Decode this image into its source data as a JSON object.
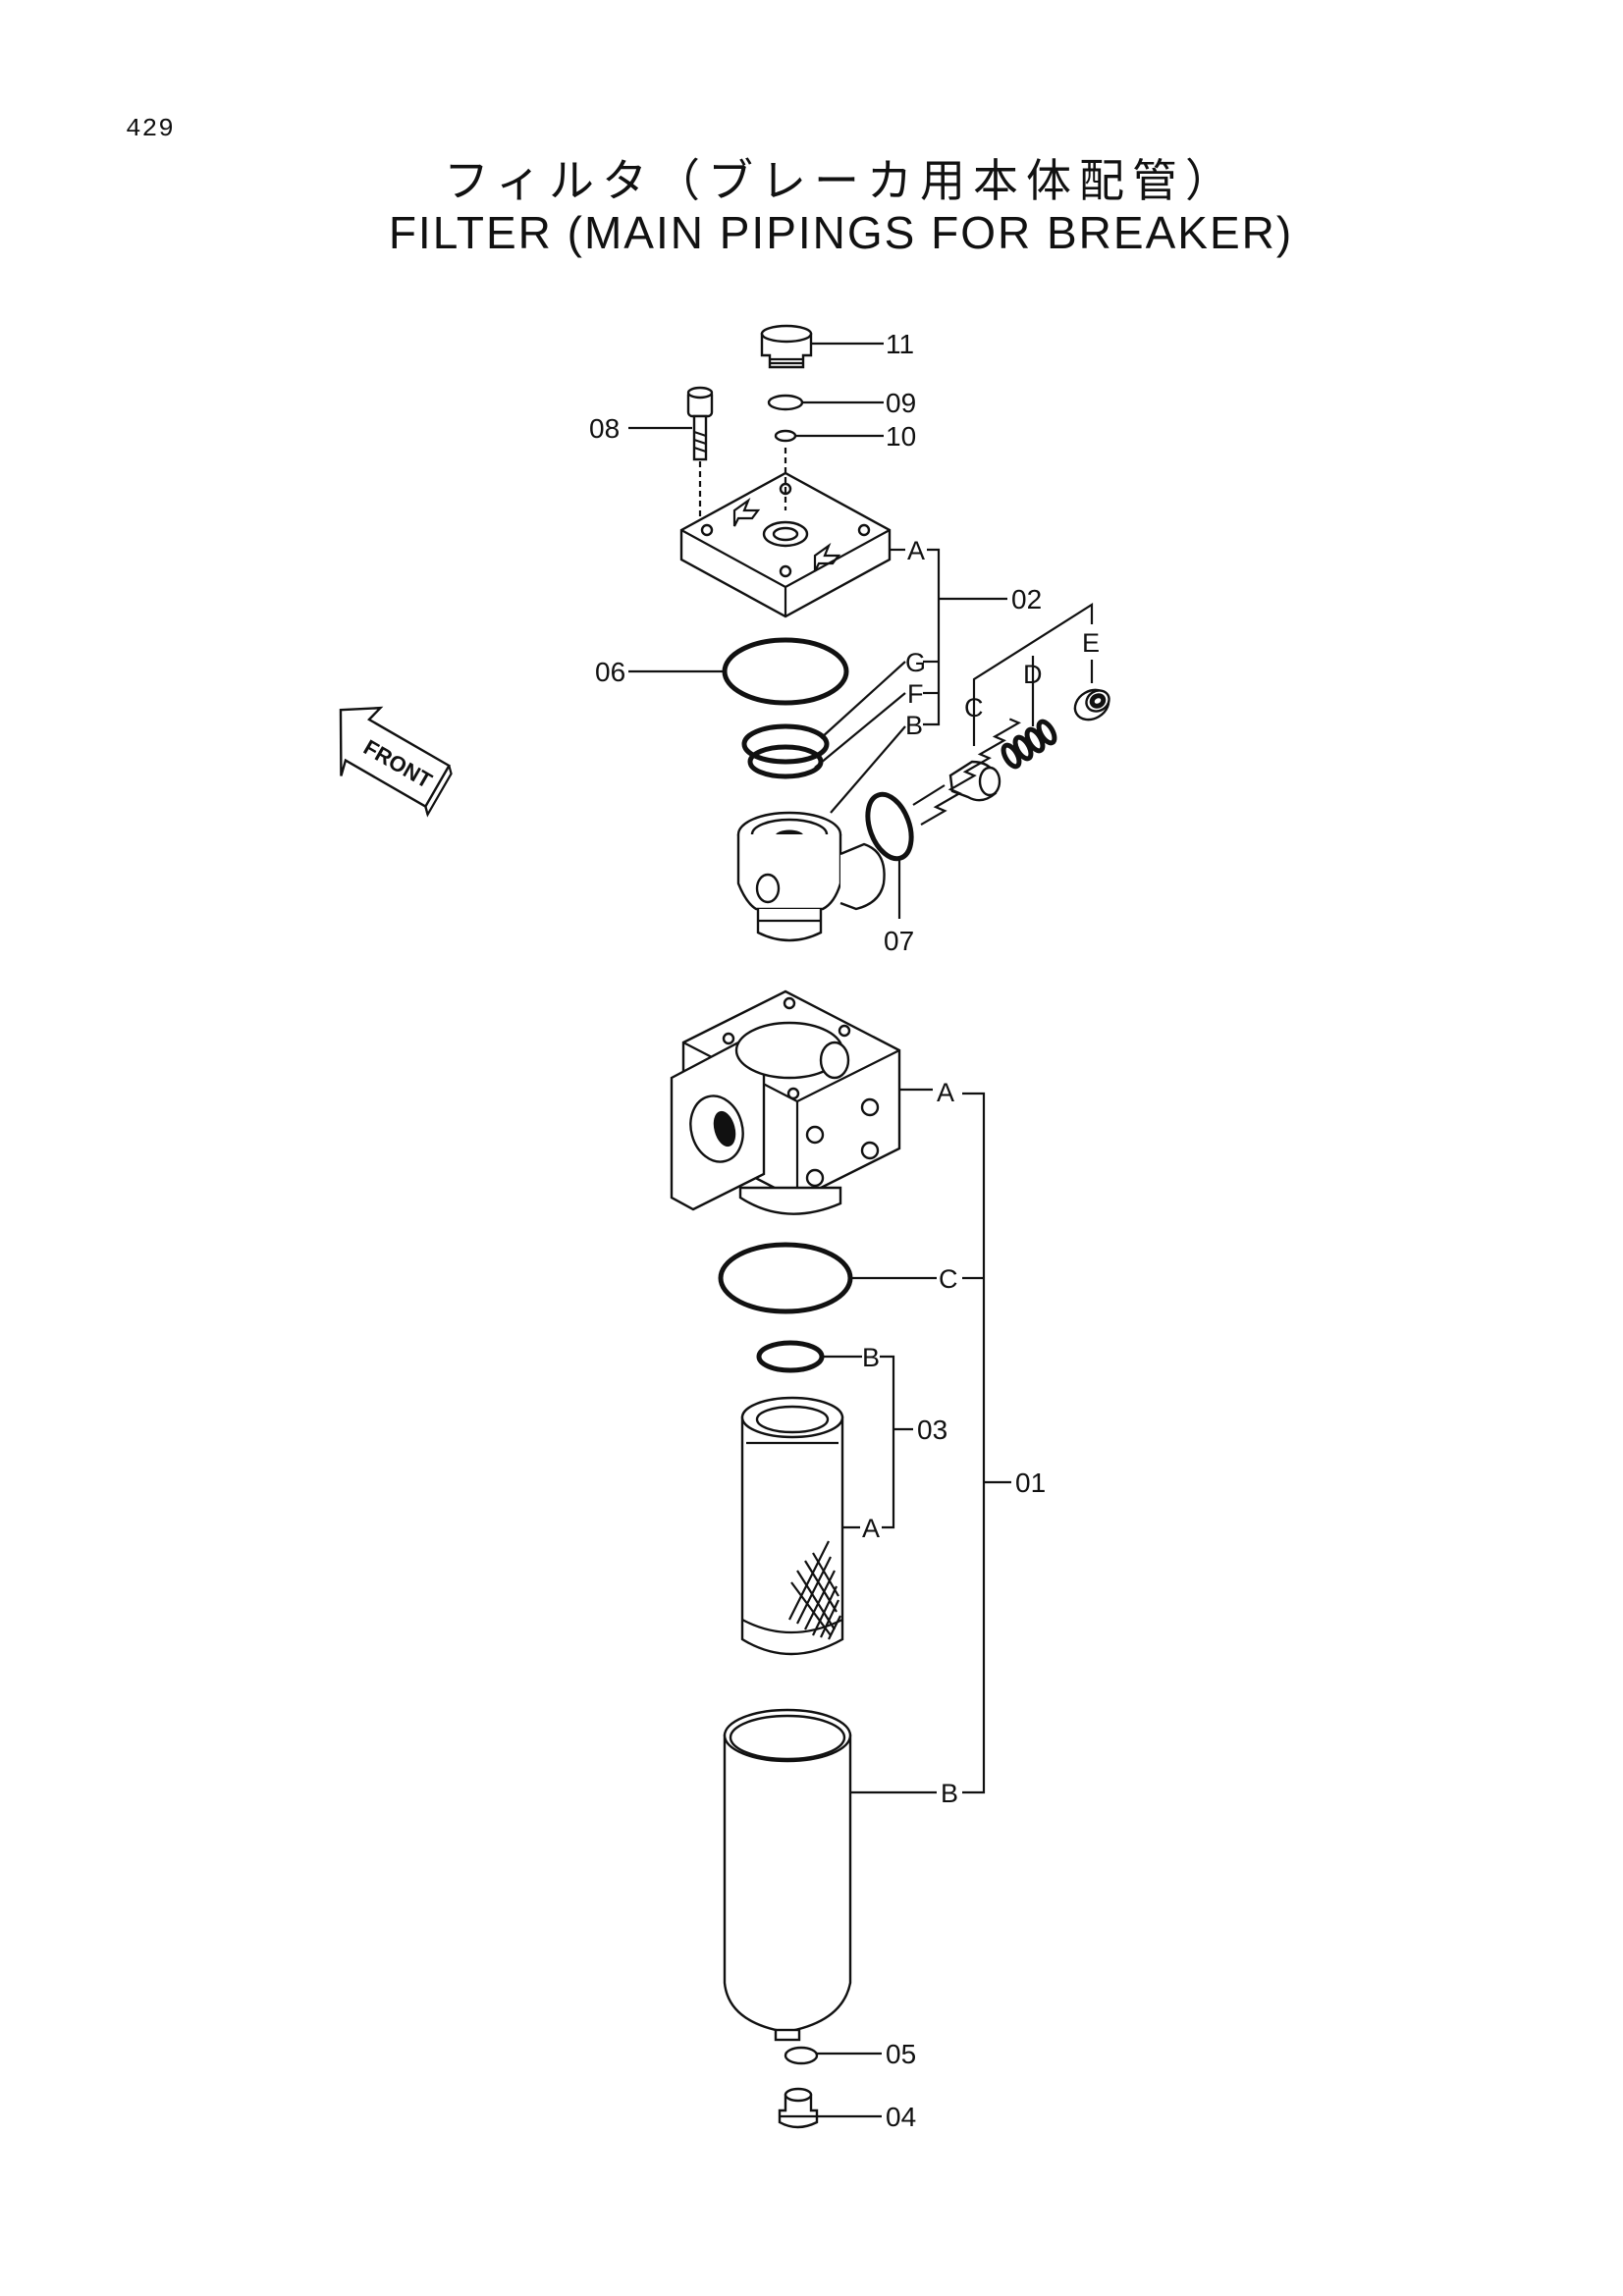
{
  "page_number": "429",
  "title_ja": "フィルタ（ブレーカ用本体配管）",
  "title_en": "FILTER (MAIN PIPINGS FOR BREAKER)",
  "front_label": "FRONT",
  "callouts": {
    "c11": "11",
    "c09": "09",
    "c10": "10",
    "c08": "08",
    "c02": "02",
    "c06": "06",
    "c07": "07",
    "c01": "01",
    "c03": "03",
    "c05": "05",
    "c04": "04"
  },
  "sub_labels": {
    "p02_A": "A",
    "p02_G": "G",
    "p02_F": "F",
    "p02_B": "B",
    "p02_C": "C",
    "p02_D": "D",
    "p02_E": "E",
    "p01_A": "A",
    "p01_C": "C",
    "p01_B": "B",
    "p03_B": "B",
    "p03_A": "A"
  }
}
